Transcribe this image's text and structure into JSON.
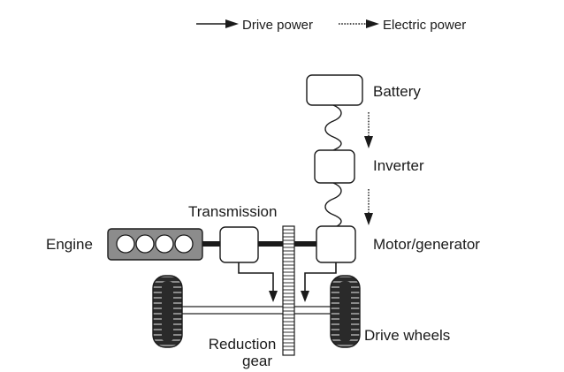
{
  "legend": {
    "drive_power": "Drive power",
    "electric_power": "Electric power"
  },
  "labels": {
    "battery": "Battery",
    "inverter": "Inverter",
    "motor_generator": "Motor/generator",
    "transmission": "Transmission",
    "engine": "Engine",
    "reduction_gear_line1": "Reduction",
    "reduction_gear_line2": "gear",
    "drive_wheels": "Drive wheels"
  },
  "colors": {
    "stroke": "#1a1a1a",
    "box_fill": "#ffffff",
    "engine_fill": "#8c8c8c",
    "tire_fill": "#2a2a2a"
  }
}
